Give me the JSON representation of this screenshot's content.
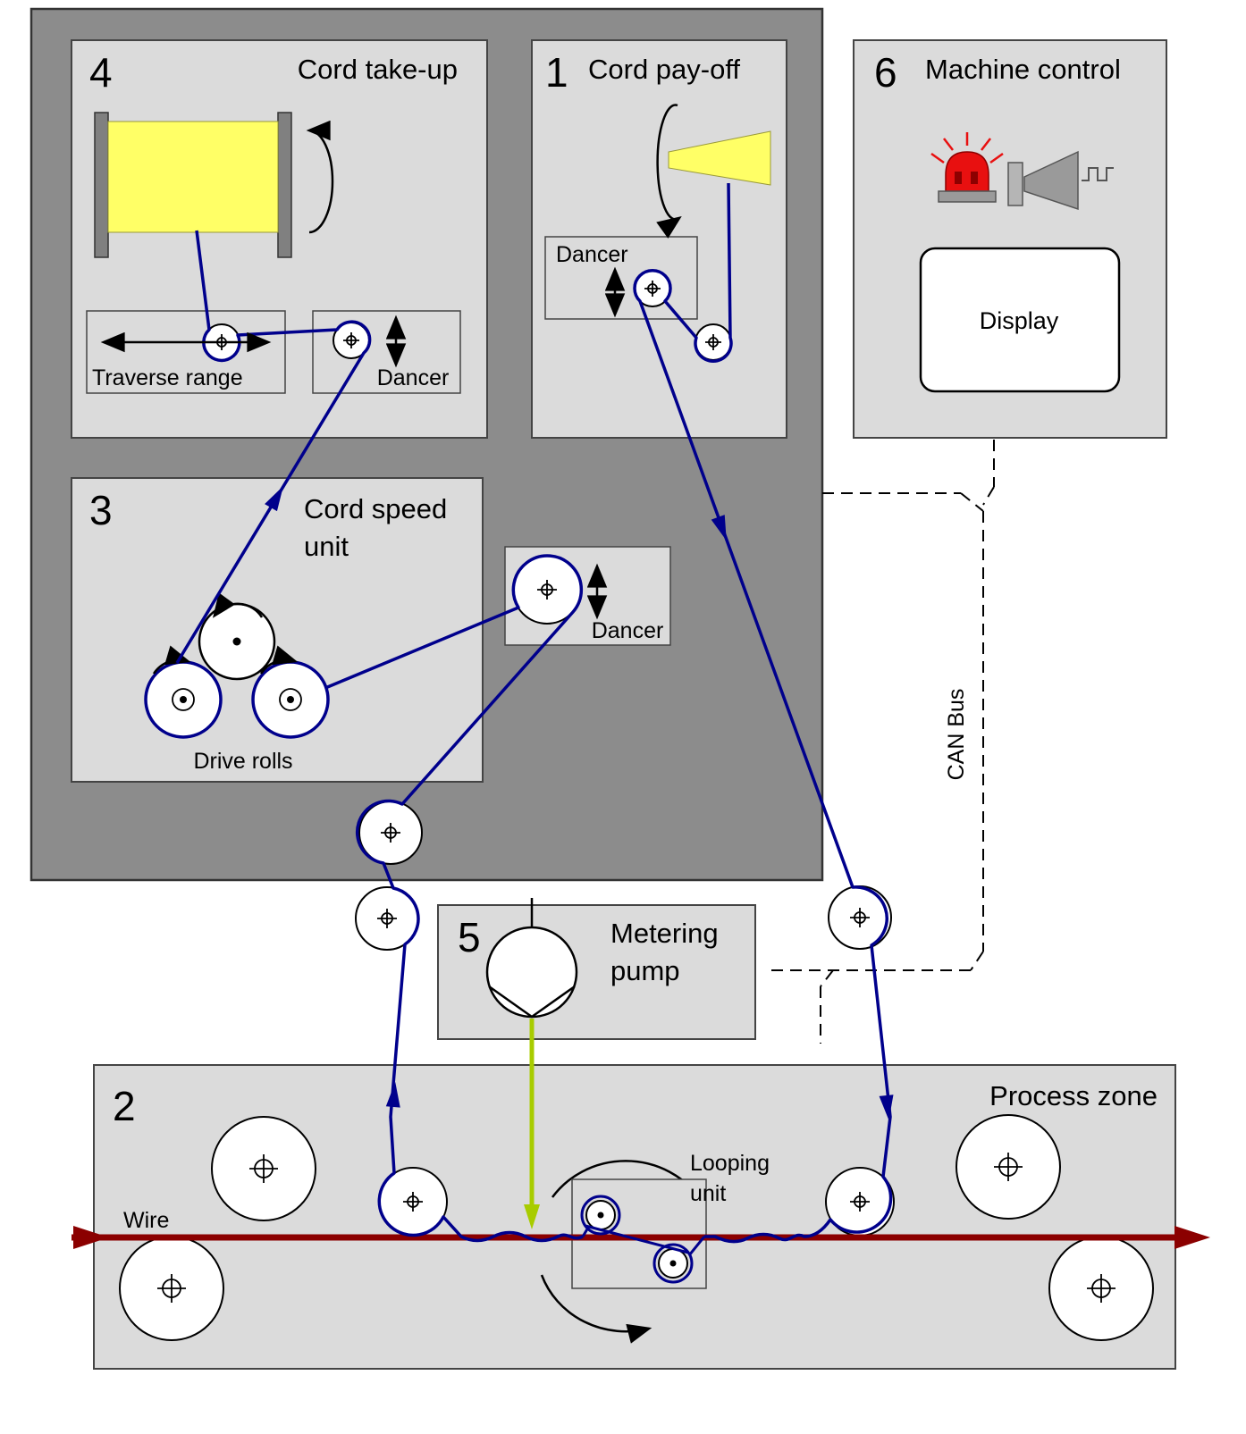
{
  "panels": {
    "take_up": {
      "number": "4",
      "title": "Cord take-up",
      "traverse_label": "Traverse range",
      "dancer_label": "Dancer"
    },
    "pay_off": {
      "number": "1",
      "title": "Cord pay-off",
      "dancer_label": "Dancer"
    },
    "machine_control": {
      "number": "6",
      "title": "Machine control",
      "display_label": "Display"
    },
    "speed_unit": {
      "number": "3",
      "title_line1": "Cord speed",
      "title_line2": "unit",
      "drive_rolls_label": "Drive rolls"
    },
    "mid_dancer": {
      "label": "Dancer"
    },
    "metering_pump": {
      "number": "5",
      "title_line1": "Metering",
      "title_line2": "pump"
    },
    "process_zone": {
      "number": "2",
      "title": "Process zone",
      "wire_label": "Wire",
      "looping_line1": "Looping",
      "looping_line2": "unit"
    },
    "bus": {
      "label": "CAN Bus"
    }
  },
  "colors": {
    "cord": "#00008C",
    "wire": "#8B0000",
    "spool_yellow": "#FFFF66",
    "pump_green": "#A8CC00",
    "outer_gray": "#8C8C8C",
    "panel_gray": "#DBDBDB",
    "beacon_red": "#E81010"
  }
}
